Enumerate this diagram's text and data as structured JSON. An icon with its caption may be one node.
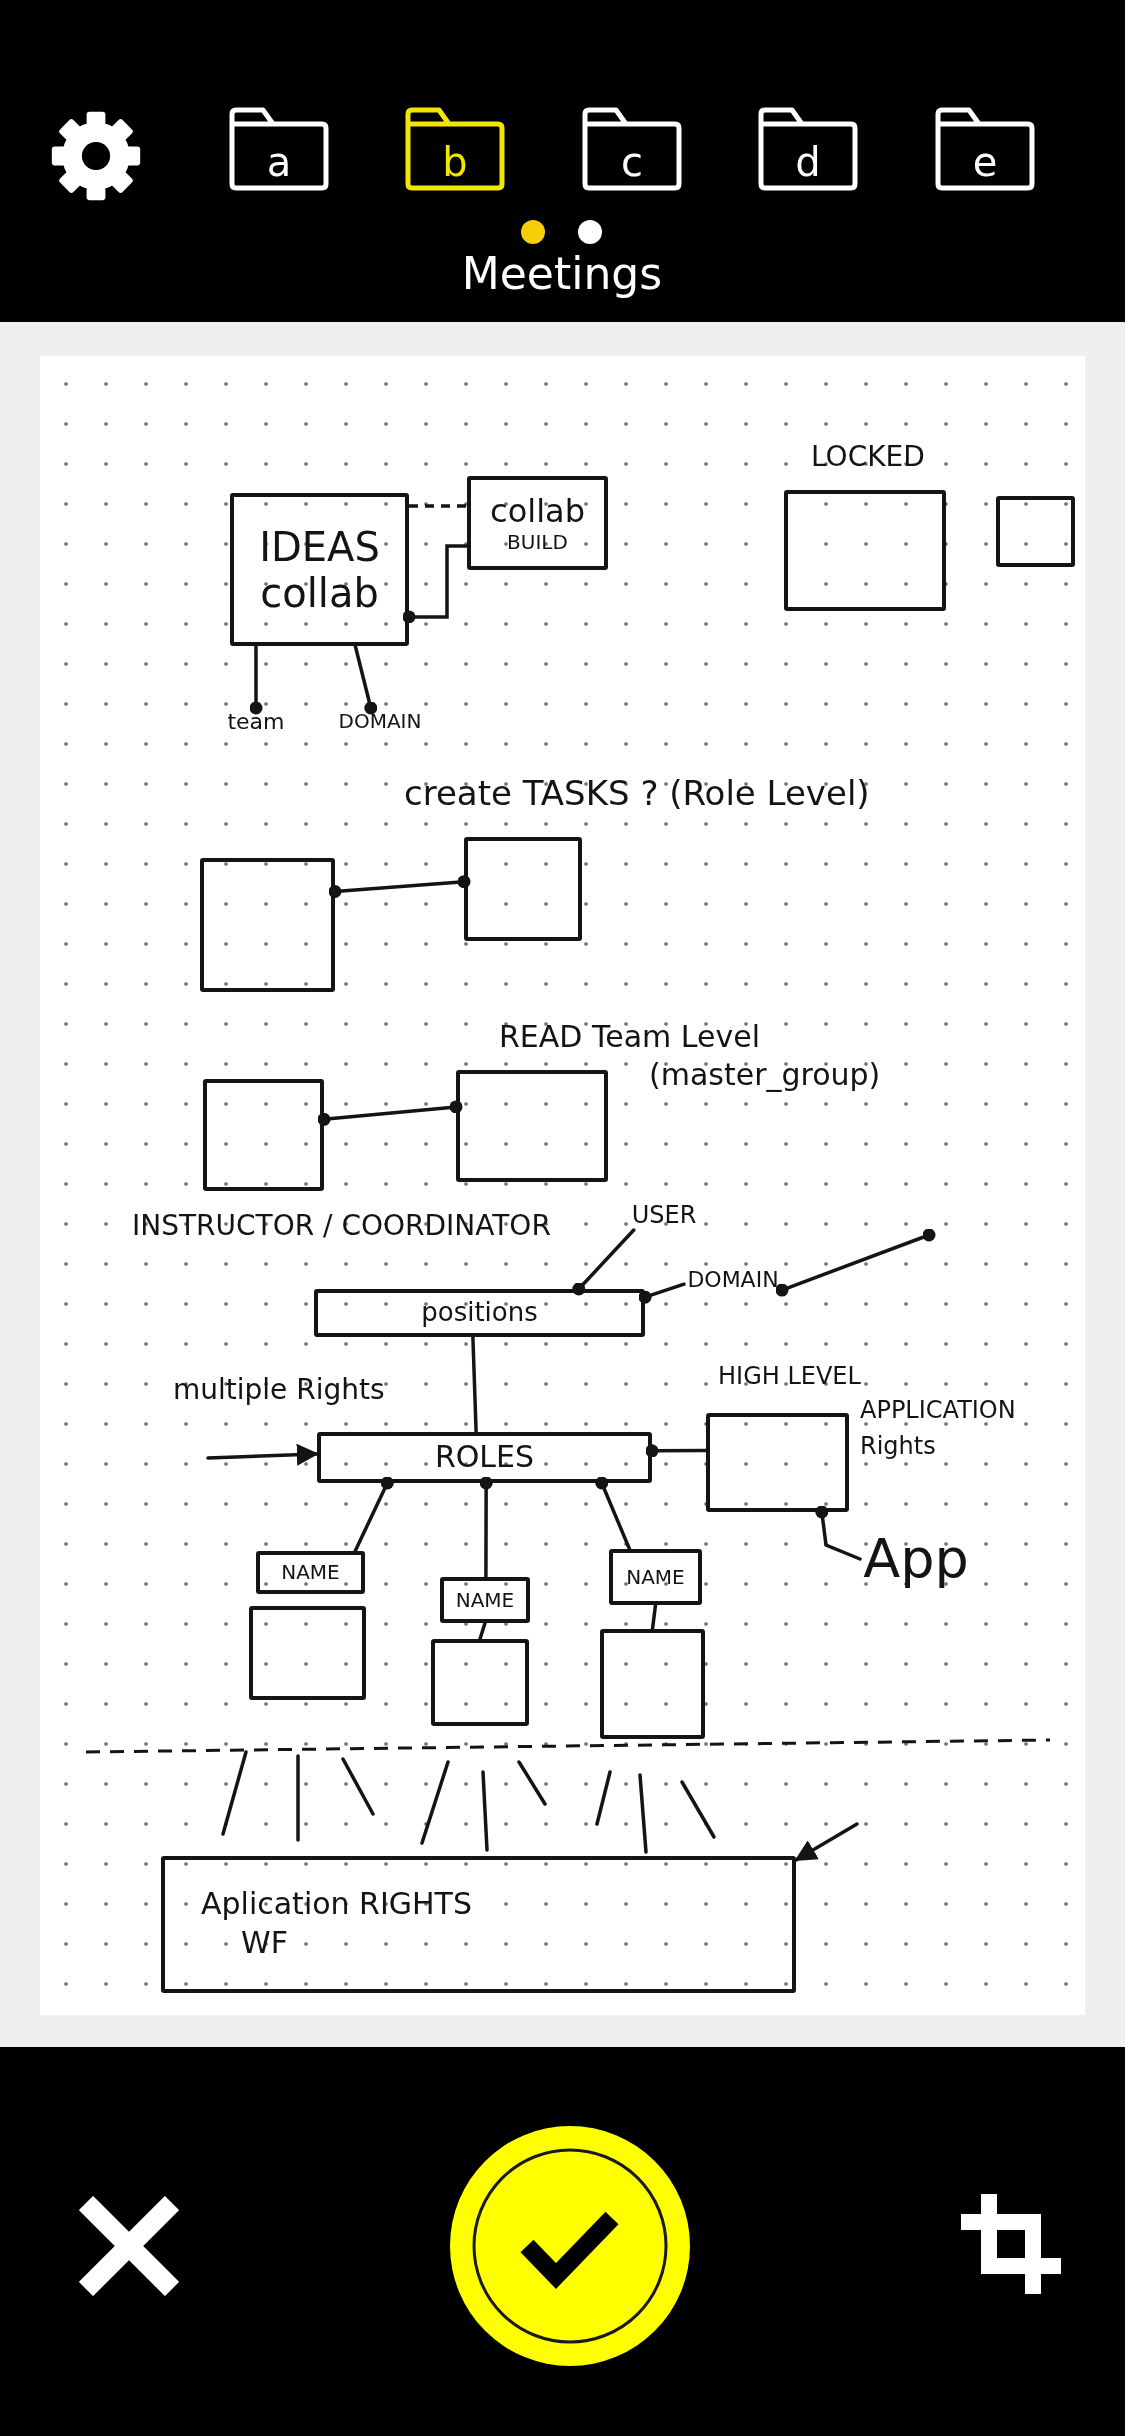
{
  "diagram": {
    "title": "Meetings",
    "nodes": [
      {
        "text": [
          "IDEAS collab"
        ]
      },
      {
        "text": [
          "collab",
          "BUILD"
        ]
      },
      {
        "text": [
          "team"
        ]
      },
      {
        "text": [
          "DOMAIN"
        ]
      },
      {
        "text": [
          "LOCKED"
        ]
      },
      {
        "text": [],
        "shape": "box"
      },
      {
        "text": [],
        "shape": "box"
      },
      {
        "text": [],
        "shape": "box"
      },
      {
        "text": [],
        "shape": "box"
      },
      {
        "text": [],
        "shape": "box"
      },
      {
        "text": [
          "USER"
        ]
      },
      {
        "text": [
          "DOMAIN"
        ]
      },
      {
        "text": [
          "positions"
        ]
      },
      {
        "text": [
          "ROLES"
        ]
      },
      {
        "text": [
          "HIGH LEVEL",
          "APPLICATION Rights"
        ]
      },
      {
        "text": [
          "App"
        ]
      },
      {
        "text": [
          "NAME"
        ]
      },
      {
        "text": [
          "NAME"
        ]
      },
      {
        "text": [
          "NAME"
        ]
      },
      {
        "text": [],
        "shape": "box"
      },
      {
        "text": [],
        "shape": "box"
      },
      {
        "text": [],
        "shape": "box"
      },
      {
        "text": [
          "Aplication RIGHTS WF"
        ]
      }
    ],
    "edges": [
      {
        "from": 0,
        "to": 1,
        "arrow": "none",
        "style": "dashed"
      },
      {
        "from": 0,
        "to": 1,
        "arrow": "other"
      },
      {
        "from": 2,
        "to": 0,
        "arrow": "other"
      },
      {
        "from": 3,
        "to": 0,
        "arrow": "other"
      },
      {
        "from": 6,
        "to": 7,
        "arrow": "other"
      },
      {
        "from": 8,
        "to": 9,
        "arrow": "other"
      },
      {
        "from": 12,
        "to": 10,
        "arrow": "other"
      },
      {
        "from": 12,
        "to": 11,
        "arrow": "other"
      },
      {
        "from": 12,
        "to": 13,
        "arrow": "none"
      },
      {
        "from": null,
        "to": 13,
        "arrow": "to"
      },
      {
        "from": 13,
        "to": 14,
        "arrow": "other"
      },
      {
        "from": 14,
        "to": 15,
        "arrow": "other"
      },
      {
        "from": 13,
        "to": 16,
        "arrow": "other"
      },
      {
        "from": 13,
        "to": 17,
        "arrow": "other"
      },
      {
        "from": 13,
        "to": 18,
        "arrow": "other"
      },
      {
        "from": 17,
        "to": 20,
        "arrow": "none"
      },
      {
        "from": 18,
        "to": 21,
        "arrow": "none"
      },
      {
        "from": null,
        "to": 22,
        "arrow": "to"
      },
      {
        "from": 11,
        "to": null,
        "arrow": "other"
      }
    ],
    "labels": [
      "a",
      "b",
      "c",
      "d",
      "e",
      "create TASKS ? (Role Level)",
      "READ Team Level (master_group)",
      "INSTRUCTOR / COORDINATOR",
      "multiple Rights"
    ]
  }
}
